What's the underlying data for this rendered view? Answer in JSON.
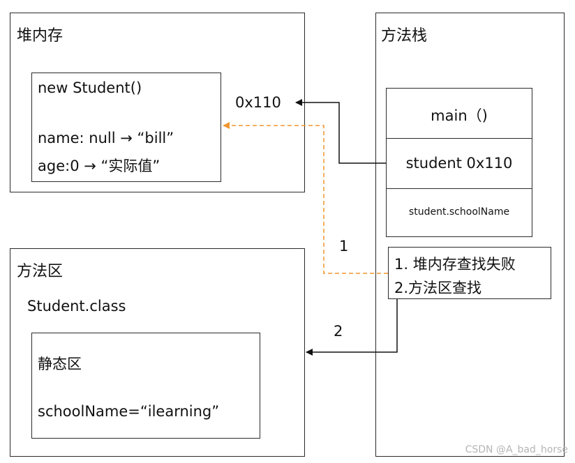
{
  "heap": {
    "title": "堆内存",
    "object": {
      "header": "new Student()",
      "line_name": "name: null → “bill”",
      "line_age": "age:0 → “实际值”"
    },
    "address": "0x110"
  },
  "method_stack": {
    "title": "方法栈",
    "frames": [
      "main（)",
      "student 0x110",
      "student.schoolName"
    ]
  },
  "method_area": {
    "title": "方法区",
    "class_name": "Student.class",
    "static_area": {
      "title": "静态区",
      "field": "schoolName=“ilearning”"
    }
  },
  "lookup_note": {
    "line1": "1. 堆内存查找失败",
    "line2": "2.方法区查找"
  },
  "arrow_labels": {
    "first": "1",
    "second": "2"
  },
  "watermark": "CSDN @A_bad_horse",
  "colors": {
    "dashed_arrow": "#f0962e",
    "solid_arrow": "#111111"
  }
}
